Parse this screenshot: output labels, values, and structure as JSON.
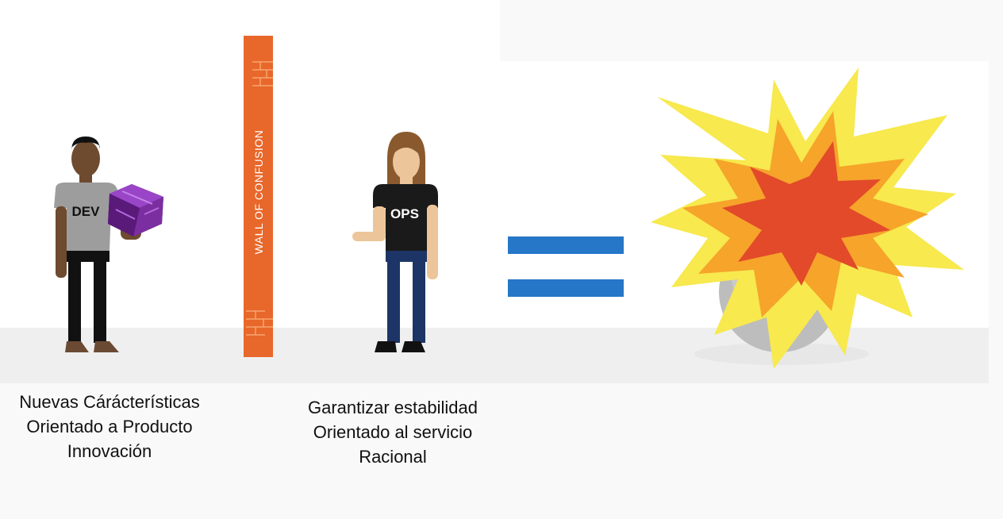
{
  "wall": {
    "label": "WALL OF CONFUSION",
    "color": "#e8672a"
  },
  "dev": {
    "shirt_label": "DEV",
    "captions": [
      "Nuevas Cárácterísticas",
      "Orientado a Producto",
      "Innovación"
    ],
    "package_color": "#7b2ea0"
  },
  "ops": {
    "shirt_label": "OPS",
    "captions": [
      "Garantizar estabilidad",
      "Orientado al servicio",
      "Racional"
    ]
  },
  "equals": {
    "color": "#2677c8"
  },
  "explosion": {
    "colors": [
      "#f7e94e",
      "#f6a42a",
      "#e24a2a"
    ]
  }
}
